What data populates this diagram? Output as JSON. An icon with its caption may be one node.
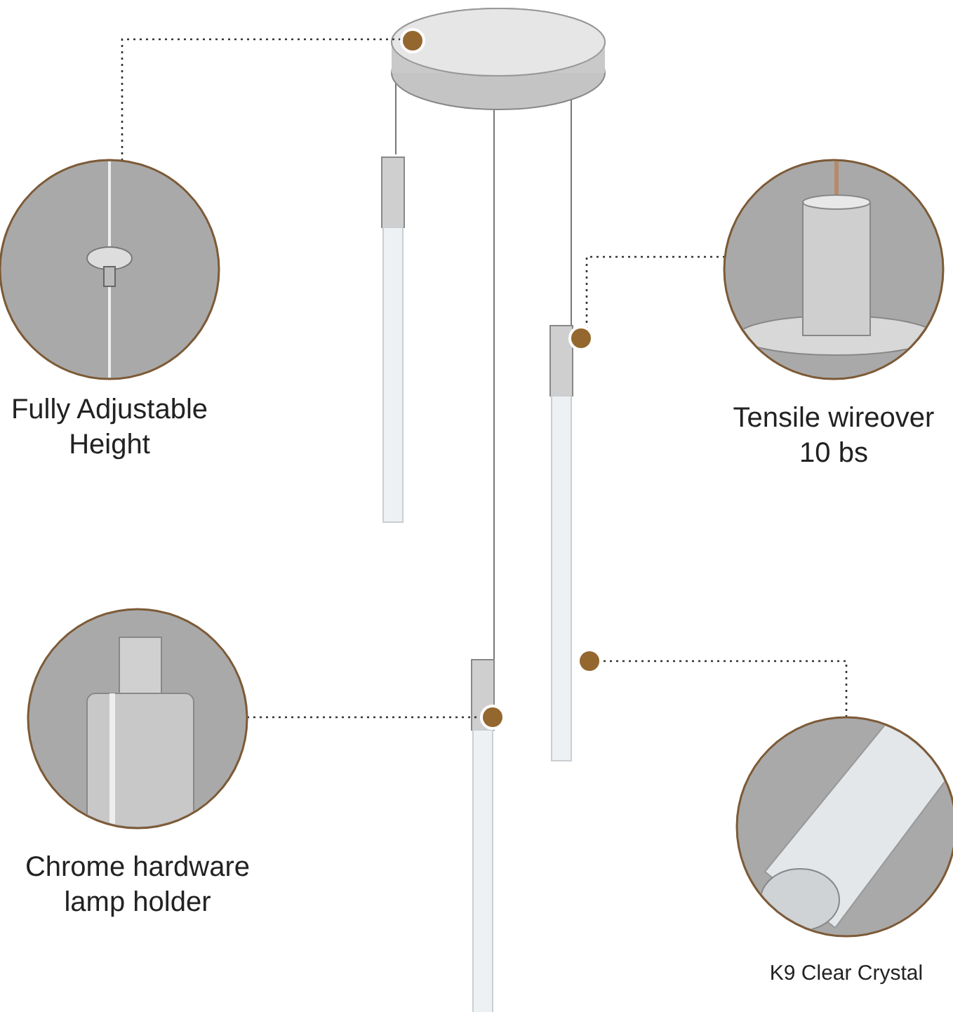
{
  "diagram": {
    "nodes": [
      {
        "text": [
          "Fully Adjustable Height"
        ]
      },
      {
        "text": [
          "Tensile wireover 10 bs"
        ]
      },
      {
        "text": [
          "Chrome hardware lamp holder"
        ]
      },
      {
        "text": [
          "K9 Clear Crystal"
        ]
      },
      {
        "text": [],
        "shape": "circle"
      },
      {
        "text": [],
        "shape": "circle"
      },
      {
        "text": [],
        "shape": "circle"
      },
      {
        "text": [],
        "shape": "circle"
      }
    ],
    "edges": [
      {
        "from": 0,
        "to": 4,
        "arrow": "none"
      },
      {
        "from": 1,
        "to": 5,
        "arrow": "none"
      },
      {
        "from": 2,
        "to": 6,
        "arrow": "none"
      },
      {
        "from": 3,
        "to": 7,
        "arrow": "none"
      }
    ]
  }
}
